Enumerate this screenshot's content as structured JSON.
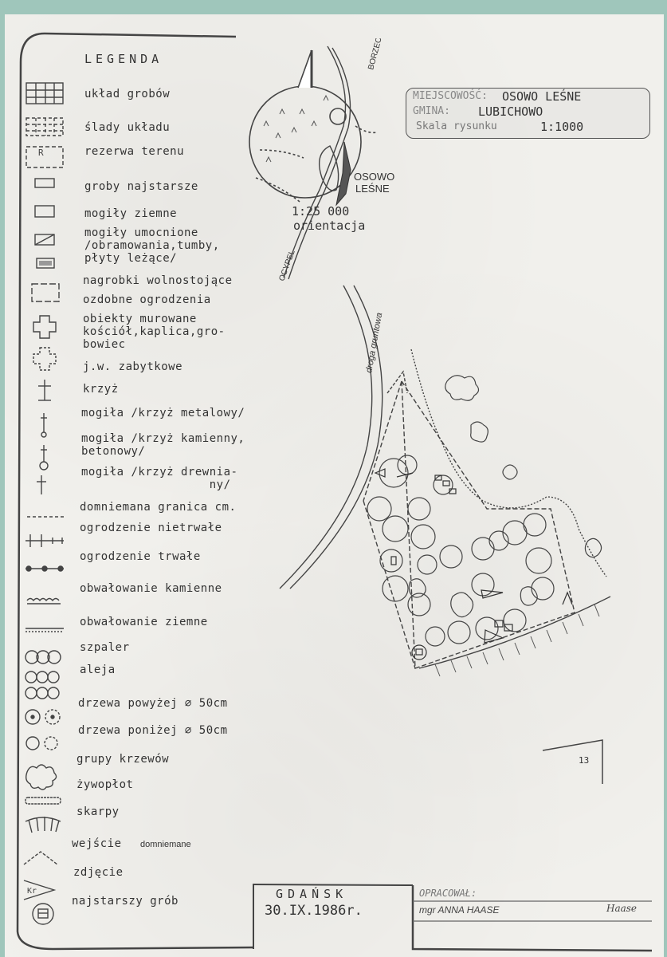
{
  "legend": {
    "title": "LEGENDA",
    "items": [
      {
        "label": "układ grobów"
      },
      {
        "label": "ślady układu"
      },
      {
        "label": "rezerwa terenu"
      },
      {
        "label": "groby najstarsze"
      },
      {
        "label": "mogiły ziemne"
      },
      {
        "label": "mogiły umocnione\n/obramowania,tumby,\npłyty leżące/"
      },
      {
        "label": "nagrobki wolnostojące"
      },
      {
        "label": "ozdobne ogrodzenia"
      },
      {
        "label": "obiekty murowane\nkościół,kaplica,gro-\nbowiec"
      },
      {
        "label": "j.w. zabytkowe"
      },
      {
        "label": "krzyż"
      },
      {
        "label": "mogiła /krzyż metalowy/"
      },
      {
        "label": "mogiła /krzyż kamienny,\nbetonowy/"
      },
      {
        "label": "mogiła /krzyż drewnia-\n                  ny/"
      },
      {
        "label": "domniemana granica cm."
      },
      {
        "label": "ogrodzenie nietrwałe"
      },
      {
        "label": "ogrodzenie trwałe"
      },
      {
        "label": "obwałowanie kamienne"
      },
      {
        "label": "obwałowanie ziemne"
      },
      {
        "label": "szpaler"
      },
      {
        "label": "aleja"
      },
      {
        "label": "drzewa powyżej ∅ 50cm"
      },
      {
        "label": "drzewa poniżej ∅ 50cm"
      },
      {
        "label": "grupy krzewów"
      },
      {
        "label": "żywopłot"
      },
      {
        "label": "skarpy"
      },
      {
        "label": "wejście",
        "extra": "domniemane"
      },
      {
        "label": "zdjęcie"
      },
      {
        "label": "najstarszy grób"
      }
    ],
    "symbol_texts": {
      "reserve": "R",
      "photo": "Kr"
    }
  },
  "title_block": {
    "location_label": "MIEJSCOWOŚĆ:",
    "location": "OSOWO LEŚNE",
    "commune_label": "GMINA:",
    "commune": "LUBICHOWO",
    "scale_label": "Skala rysunku",
    "scale": "1:1000"
  },
  "orientation": {
    "scale": "1:25 000",
    "caption": "orientacja",
    "places": [
      "OSOWO",
      "LEŚNE"
    ],
    "roads": [
      "BORZECHOWO",
      "OCYPEL"
    ]
  },
  "map": {
    "road_label": "droga gruntowa",
    "sheet_number": "13"
  },
  "footer": {
    "city": "GDAŃSK",
    "date": "30.IX.1986r.",
    "prepared_label": "OPRACOWAŁ:",
    "author": "mgr ANNA HAASE",
    "signature": "Haase"
  }
}
